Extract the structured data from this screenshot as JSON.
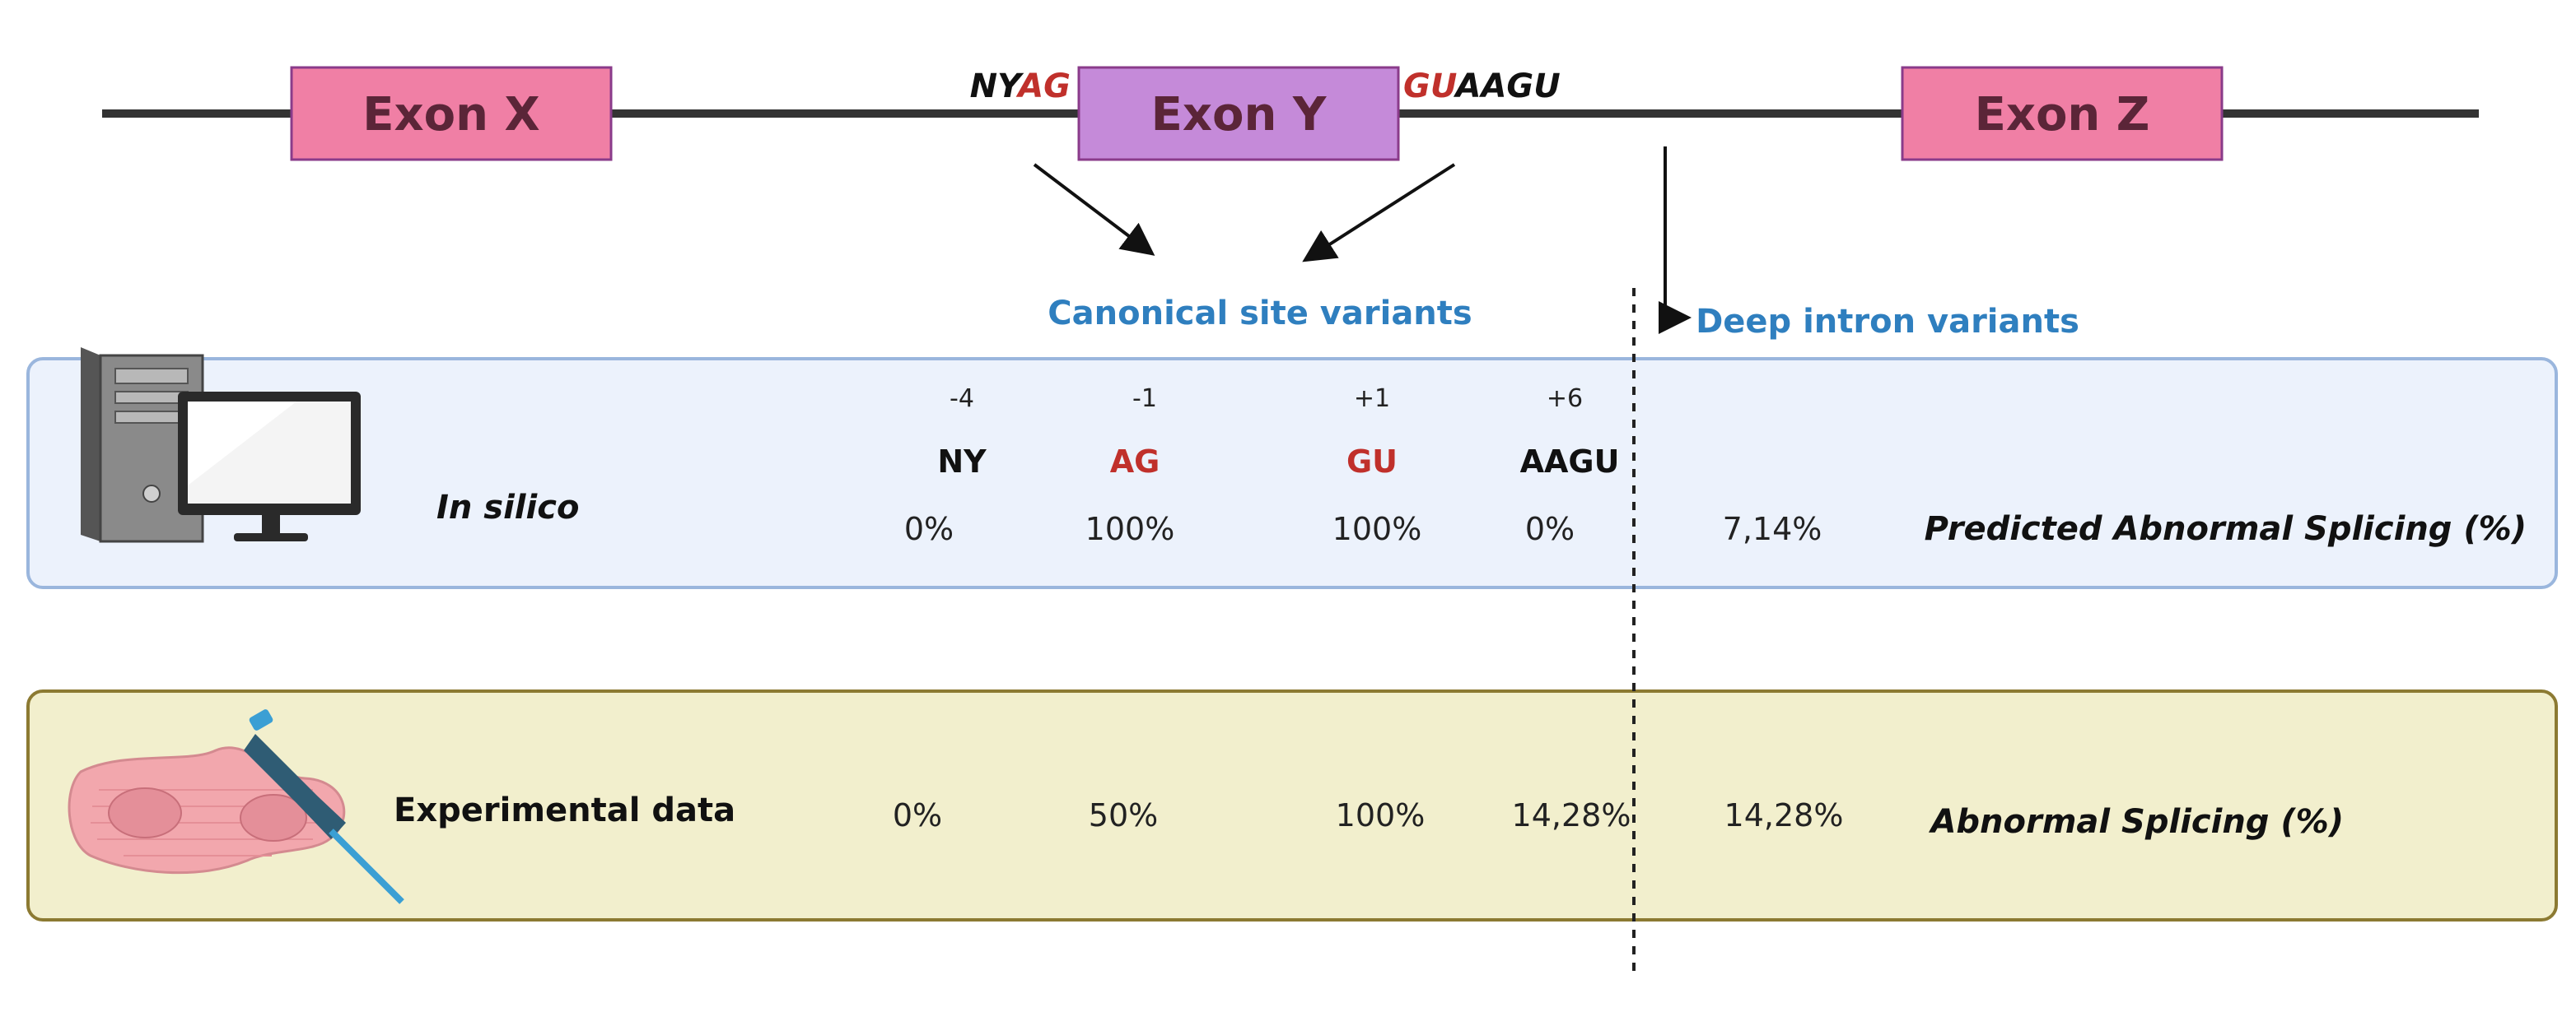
{
  "colors": {
    "exon_xz": "#f07fa5",
    "exon_y": "#c58ad9",
    "splice_red": "#c0302b",
    "label_blue": "#2f7fbf",
    "insilico_bg": "#ecf2fc",
    "insilico_border": "#9ab6dd",
    "experimental_bg": "#f2efcd",
    "experimental_border": "#8c7a32"
  },
  "exons": {
    "x": "Exon X",
    "y": "Exon Y",
    "z": "Exon Z"
  },
  "sequences": {
    "acceptor_black": "NY",
    "acceptor_red": "AG",
    "donor_red": "GU",
    "donor_black": "AAGU"
  },
  "labels": {
    "canonical": "Canonical site variants",
    "deep_intron": "Deep intron  variants"
  },
  "columns": [
    {
      "position": "-4",
      "motif": "NY",
      "motif_color": "black"
    },
    {
      "position": "-1",
      "motif": "AG",
      "motif_color": "red"
    },
    {
      "position": "+1",
      "motif": "GU",
      "motif_color": "red"
    },
    {
      "position": "+6",
      "motif": "AAGU",
      "motif_color": "black"
    }
  ],
  "in_silico": {
    "label": "In silico",
    "values": [
      "0%",
      "100%",
      "100%",
      "0%",
      "7,14%"
    ],
    "metric": "Predicted Abnormal Splicing (%)",
    "icon": "computer-icon"
  },
  "experimental": {
    "label": "Experimental data",
    "values": [
      "0%",
      "50%",
      "100%",
      "14,28%",
      "14,28%"
    ],
    "metric": "Abnormal Splicing (%)",
    "icon": "pipette-tissue-icon"
  }
}
